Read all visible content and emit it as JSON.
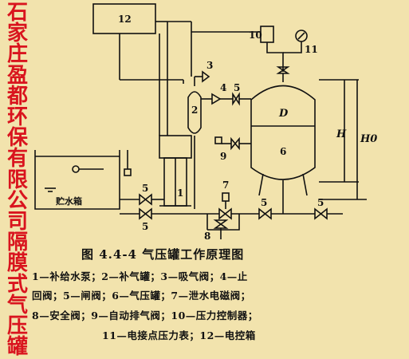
{
  "side_title": [
    "石",
    "家",
    "庄",
    "盈",
    "都",
    "环",
    "保",
    "有",
    "限",
    "公",
    "司",
    "隔",
    "膜",
    "式",
    "气",
    "压",
    "罐"
  ],
  "labels": {
    "n1": "1",
    "n2": "2",
    "n3": "3",
    "n4": "4",
    "n5a": "5",
    "n5b": "5",
    "n5c": "5",
    "n5d": "5",
    "n5e": "5",
    "n6": "6",
    "n7": "7",
    "n8": "8",
    "n9": "9",
    "n10": "10",
    "n11": "11",
    "n12": "12",
    "d": "D",
    "h": "H",
    "h0": "H0",
    "tank": "贮水箱"
  },
  "caption": "图 4.4-4   气压罐工作原理图",
  "legend": [
    "1—补给水泵；2—补气罐；3—吸气阀；4—止",
    "回阀；5—闸阀；6—气压罐；7—泄水电磁阀；",
    "8—安全阀；9—自动排气阀；10—压力控制器；",
    "11—电接点压力表；12—电控箱"
  ]
}
